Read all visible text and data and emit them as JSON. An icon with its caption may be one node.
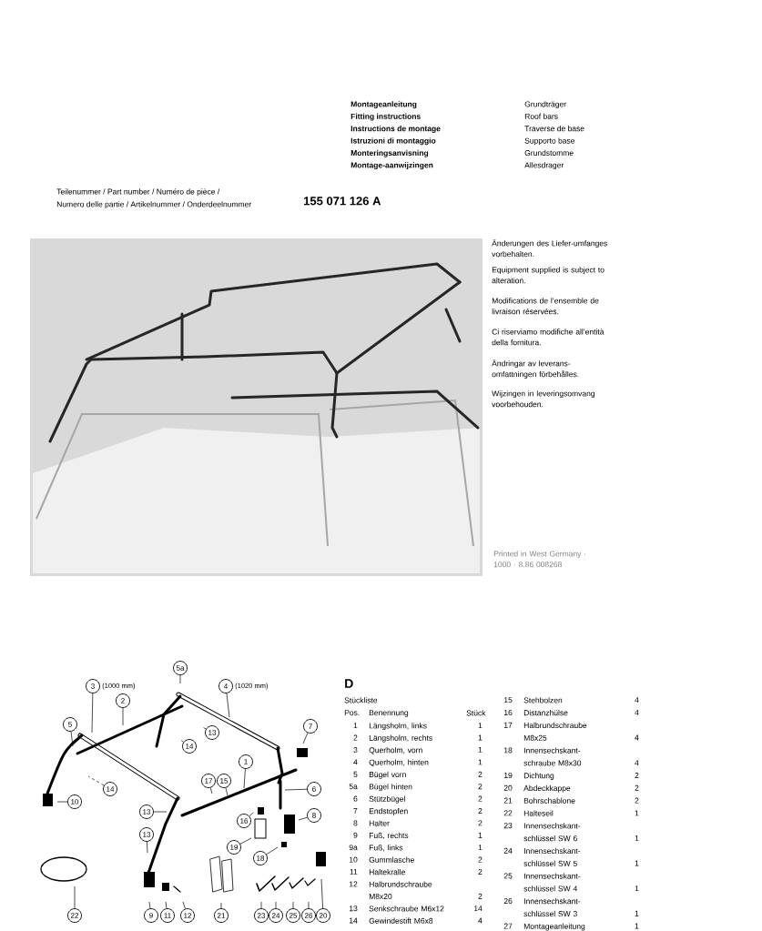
{
  "diagram": {
    "nodes": [
      {
        "text": [
          "5a"
        ]
      },
      {
        "text": [
          "3"
        ],
        "beside": [
          "(1000 mm)"
        ]
      },
      {
        "text": [
          "4"
        ],
        "beside": [
          "(1020 mm)"
        ]
      },
      {
        "text": [
          "2"
        ]
      },
      {
        "text": [
          "5"
        ]
      },
      {
        "text": [
          "13"
        ]
      },
      {
        "text": [
          "14"
        ]
      },
      {
        "text": [
          "7"
        ]
      },
      {
        "text": [
          "1"
        ]
      },
      {
        "text": [
          "14"
        ]
      },
      {
        "text": [
          "17"
        ]
      },
      {
        "text": [
          "15"
        ]
      },
      {
        "text": [
          "6"
        ]
      },
      {
        "text": [
          "10"
        ]
      },
      {
        "text": [
          "13"
        ]
      },
      {
        "text": [
          "16"
        ]
      },
      {
        "text": [
          "8"
        ]
      },
      {
        "text": [
          "19"
        ]
      },
      {
        "text": [
          "13"
        ]
      },
      {
        "text": [
          "18"
        ]
      },
      {
        "text": [
          "22"
        ]
      },
      {
        "text": [
          "9"
        ]
      },
      {
        "text": [
          "11"
        ]
      },
      {
        "text": [
          "12"
        ]
      },
      {
        "text": [
          "21"
        ]
      },
      {
        "text": [
          "23"
        ]
      },
      {
        "text": [
          "24"
        ]
      },
      {
        "text": [
          "25"
        ]
      },
      {
        "text": [
          "26"
        ]
      },
      {
        "text": [
          "20"
        ]
      }
    ],
    "edges": [
      {
        "from": 0,
        "to": null,
        "arrow": "none"
      },
      {
        "from": 1,
        "to": null,
        "arrow": "none"
      },
      {
        "from": 2,
        "to": null,
        "arrow": "none"
      },
      {
        "from": 3,
        "to": null,
        "arrow": "none"
      },
      {
        "from": 4,
        "to": null,
        "arrow": "none"
      },
      {
        "from": 5,
        "to": null,
        "arrow": "none",
        "style": "dashed"
      },
      {
        "from": 6,
        "to": null,
        "arrow": "none",
        "style": "dashed"
      },
      {
        "from": 7,
        "to": null,
        "arrow": "none"
      },
      {
        "from": 8,
        "to": null,
        "arrow": "none"
      },
      {
        "from": 9,
        "to": null,
        "arrow": "none",
        "style": "dashed"
      },
      {
        "from": 10,
        "to": null,
        "arrow": "none"
      },
      {
        "from": 11,
        "to": null,
        "arrow": "none"
      },
      {
        "from": 12,
        "to": null,
        "arrow": "none"
      },
      {
        "from": 13,
        "to": null,
        "arrow": "none"
      },
      {
        "from": 14,
        "to": null,
        "arrow": "none"
      },
      {
        "from": 15,
        "to": null,
        "arrow": "none"
      },
      {
        "from": 16,
        "to": null,
        "arrow": "none"
      },
      {
        "from": 17,
        "to": null,
        "arrow": "none"
      },
      {
        "from": 18,
        "to": null,
        "arrow": "none"
      },
      {
        "from": 19,
        "to": null,
        "arrow": "none"
      },
      {
        "from": 20,
        "to": null,
        "arrow": "none"
      },
      {
        "from": 21,
        "to": null,
        "arrow": "none"
      },
      {
        "from": 22,
        "to": null,
        "arrow": "none"
      },
      {
        "from": 23,
        "to": null,
        "arrow": "none"
      },
      {
        "from": 24,
        "to": null,
        "arrow": "none"
      },
      {
        "from": 25,
        "to": null,
        "arrow": "none"
      },
      {
        "from": 26,
        "to": null,
        "arrow": "none"
      },
      {
        "from": 27,
        "to": null,
        "arrow": "none"
      },
      {
        "from": 28,
        "to": null,
        "arrow": "none"
      },
      {
        "from": 29,
        "to": null,
        "arrow": "none"
      }
    ],
    "labels": [
      "Montageanleitung",
      "Fitting instructions",
      "Instructions de montage",
      "Istruzioni di montaggio",
      "Monteringsanvisning",
      "Montage-aanwijzingen",
      "Grundträger",
      "Roof bars",
      "Traverse de base",
      "Supporto base",
      "Grundstomme",
      "Allesdrager",
      "Teilenummer / Part number / Numéro de pièce /",
      "Numero delle partie / Artikelnummer / Onderdeelnummer",
      "155 071 126 A",
      "Änderungen des Liefer-umfanges vorbehalten.",
      "Equipment supplied is subject to alteration.",
      "Modifications de l’ensemble de livraison réservées.",
      "Ci riserviamo modifiche all’entità della fornitura.",
      "Ändringar av leverans-omfattningen förbehålles.",
      "Wijzingen in leveringsomvang voorbehouden.",
      "Printed in West Germany · 1000 · 8.86 008268",
      "D",
      "Stückliste",
      "Pos.",
      "Benennung",
      "Stück",
      "1",
      "Längsholm, links",
      "1",
      "2",
      "Längsholm, rechts",
      "1",
      "3",
      "Querholm, vorn",
      "1",
      "4",
      "Querholm, hinten",
      "1",
      "5",
      "Bügel vorn",
      "2",
      "5a",
      "Bügel hinten",
      "2",
      "6",
      "Stützbügel",
      "2",
      "7",
      "Endstopfen",
      "2",
      "8",
      "Halter",
      "2",
      "9",
      "Fuß, rechts",
      "1",
      "9a",
      "Fuß, links",
      "1",
      "10",
      "Gummlasche",
      "2",
      "11",
      "Haltekralle",
      "2",
      "12",
      "Halbrundschraube M8x20",
      "2",
      "13",
      "Senkschraube M6x12",
      "14",
      "14",
      "Gewindestift M6x8",
      "4",
      "15",
      "Stehbolzen",
      "4",
      "16",
      "Distanzhülse",
      "4",
      "17",
      "Halbrundschraube M8x25",
      "4",
      "18",
      "Innensechskant-schraube M8x30",
      "4",
      "19",
      "Dichtung",
      "2",
      "20",
      "Abdeckkappe",
      "2",
      "21",
      "Bohrschablone",
      "2",
      "22",
      "Halteseil",
      "1",
      "23",
      "Innensechskant-schlüssel SW 6",
      "1",
      "24",
      "Innensechskant-schlüssel SW 5",
      "1",
      "25",
      "Innensechskant-schlüssel SW 4",
      "1",
      "26",
      "Innensechskant-schlüssel SW 3",
      "1",
      "27",
      "Montageanleitung",
      "1"
    ]
  }
}
